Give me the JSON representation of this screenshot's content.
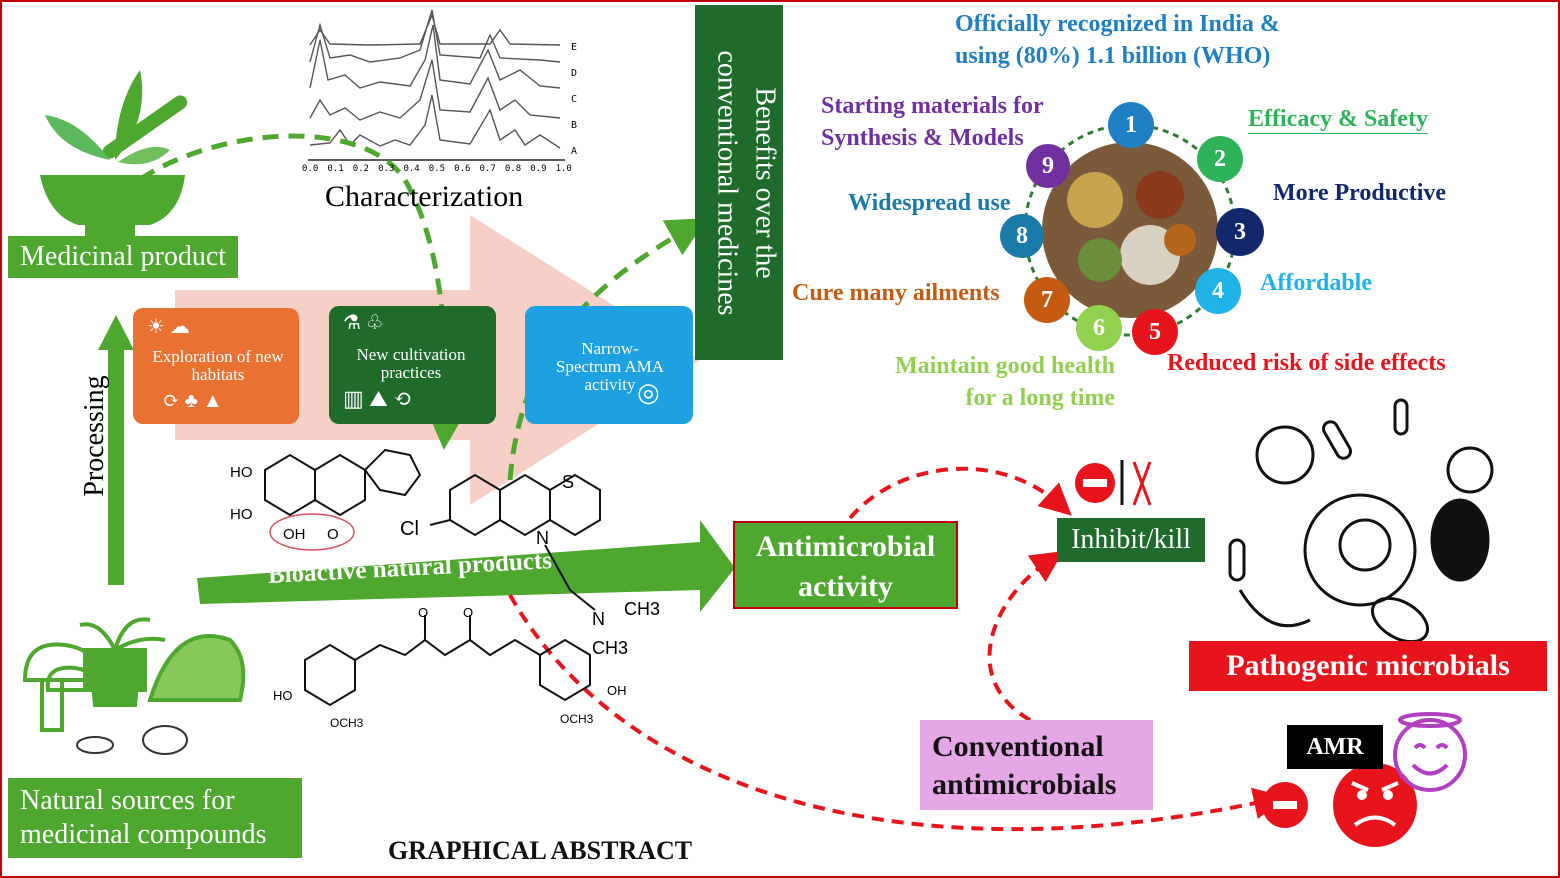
{
  "left": {
    "medicinal_product": "Medicinal product",
    "natural_sources_line1": "Natural sources for",
    "natural_sources_line2": "medicinal compounds",
    "processing": "Processing"
  },
  "characterization": {
    "title": "Characterization",
    "trace_labels": [
      "E",
      "D",
      "C",
      "B",
      "A"
    ],
    "x_ticks": [
      "0.0",
      "0.1",
      "0.2",
      "0.3",
      "0.4",
      "0.5",
      "0.6",
      "0.7",
      "0.8",
      "0.9",
      "1.0"
    ]
  },
  "tiles": {
    "exploration": "Exploration of new habitats",
    "cultivation": "New cultivation practices",
    "narrow_line1": "Narrow-",
    "narrow_line2": "Spectrum AMA",
    "narrow_line3": "activity"
  },
  "benefits": {
    "vertical_line1": "Benefits over the",
    "vertical_line2": "conventional medicines",
    "items": [
      {
        "num": "1",
        "text_line1": "Officially recognized in India &",
        "text_line2": "using (80%) 1.1 billion (WHO)",
        "color": "#1e7fc3"
      },
      {
        "num": "2",
        "text_line1": "Efficacy & Safety",
        "text_line2": "",
        "color": "#2eb35a"
      },
      {
        "num": "3",
        "text_line1": "More Productive",
        "text_line2": "",
        "color": "#12286a"
      },
      {
        "num": "4",
        "text_line1": "Affordable",
        "text_line2": "",
        "color": "#1fb3e8"
      },
      {
        "num": "5",
        "text_line1": "Reduced risk of side effects",
        "text_line2": "",
        "color": "#e8141c"
      },
      {
        "num": "6",
        "text_line1": "Maintain good health",
        "text_line2": "for a long time",
        "color": "#92d050"
      },
      {
        "num": "7",
        "text_line1": "Cure many ailments",
        "text_line2": "",
        "color": "#c55a11"
      },
      {
        "num": "8",
        "text_line1": "Widespread use",
        "text_line2": "",
        "color": "#1a7ba8"
      },
      {
        "num": "9",
        "text_line1": "Starting materials for",
        "text_line2": "Synthesis & Models",
        "color": "#7030a0"
      }
    ]
  },
  "center": {
    "bioactive": "Bioactive natural products",
    "antimicrobial_line1": "Antimicrobial",
    "antimicrobial_line2": "activity",
    "inhibit": "Inhibit/kill",
    "conventional_line1": "Conventional",
    "conventional_line2": "antimicrobials",
    "pathogenic": "Pathogenic microbials",
    "amr": "AMR",
    "graphical_abstract": "GRAPHICAL ABSTRACT"
  },
  "chem": {
    "ho1": "HO",
    "ho2": "HO",
    "oh": "OH",
    "o": "O",
    "s": "S",
    "cl": "Cl",
    "n": "N",
    "n2": "N",
    "ch3a": "CH3",
    "ch3b": "CH3",
    "curc_o1": "O",
    "curc_o2": "O",
    "curc_ho": "HO",
    "curc_oh": "OH",
    "curc_och3a": "OCH3",
    "curc_och3b": "OCH3"
  },
  "colors": {
    "green_box": "#4ea72e",
    "dark_green": "#1e6b2c",
    "red": "#e8141c",
    "orange_tile": "#e97132",
    "blue_tile": "#1da1e0",
    "pink_box": "#e6a7e6"
  }
}
